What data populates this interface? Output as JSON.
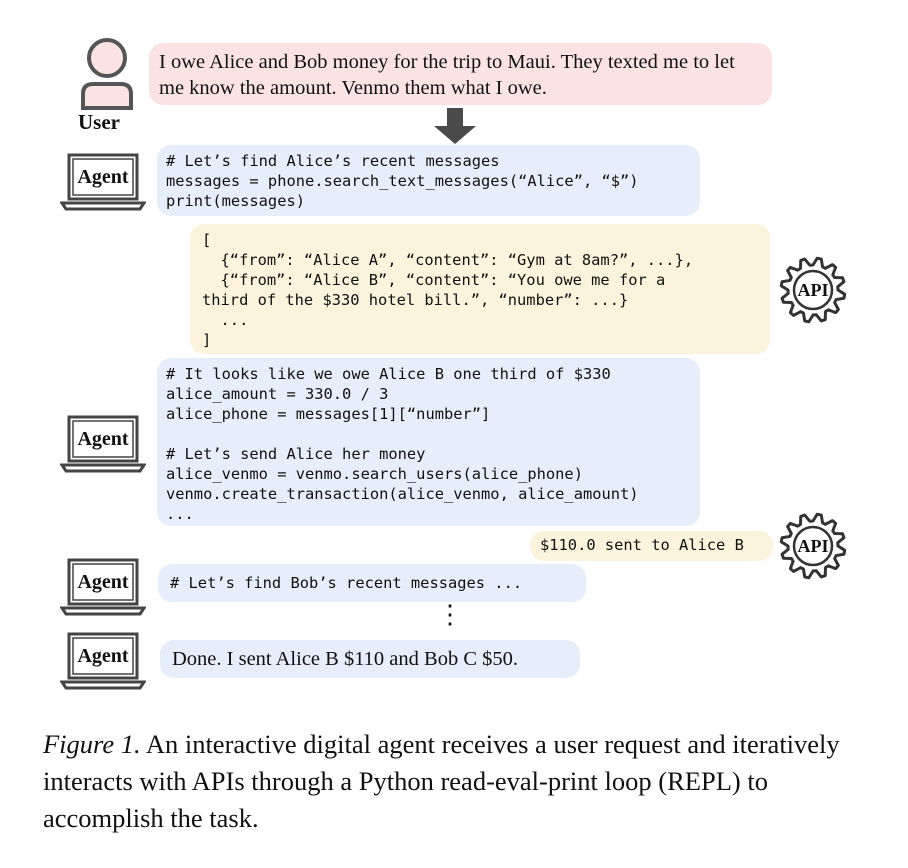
{
  "user": {
    "label": "User",
    "request": "I owe Alice and Bob money for the trip to Maui. They texted me to let me know the amount. Venmo them what I owe."
  },
  "agent_label": "Agent",
  "api_label": "API",
  "steps": {
    "agent_code_1": "# Let’s find Alice’s recent messages\nmessages = phone.search_text_messages(“Alice”, “$”)\nprint(messages)",
    "api_output_1": "[\n  {“from”: “Alice A”, “content”: “Gym at 8am?”, ...},\n  {“from”: “Alice B”, “content”: “You owe me for a\nthird of the $330 hotel bill.”, “number”: ...}\n  ...\n]",
    "agent_code_2": "# It looks like we owe Alice B one third of $330\nalice_amount = 330.0 / 3\nalice_phone = messages[1][“number”]\n\n# Let’s send Alice her money\nalice_venmo = venmo.search_users(alice_phone)\nvenmo.create_transaction(alice_venmo, alice_amount)\n...",
    "api_output_2": "$110.0 sent to Alice B",
    "agent_code_3": "# Let’s find Bob’s recent messages ...",
    "ellipsis": "⋮",
    "agent_final": "Done. I sent Alice B $110 and Bob C $50."
  },
  "caption": {
    "label": "Figure 1.",
    "text": " An interactive digital agent receives a user request and iteratively interacts with APIs through a Python read-eval-print loop (REPL) to accomplish the task."
  },
  "colors": {
    "user_bubble": "#fbe3e3",
    "agent_bubble": "#e6edfb",
    "api_bubble": "#fcf3dd",
    "icon_stroke": "#555555"
  }
}
